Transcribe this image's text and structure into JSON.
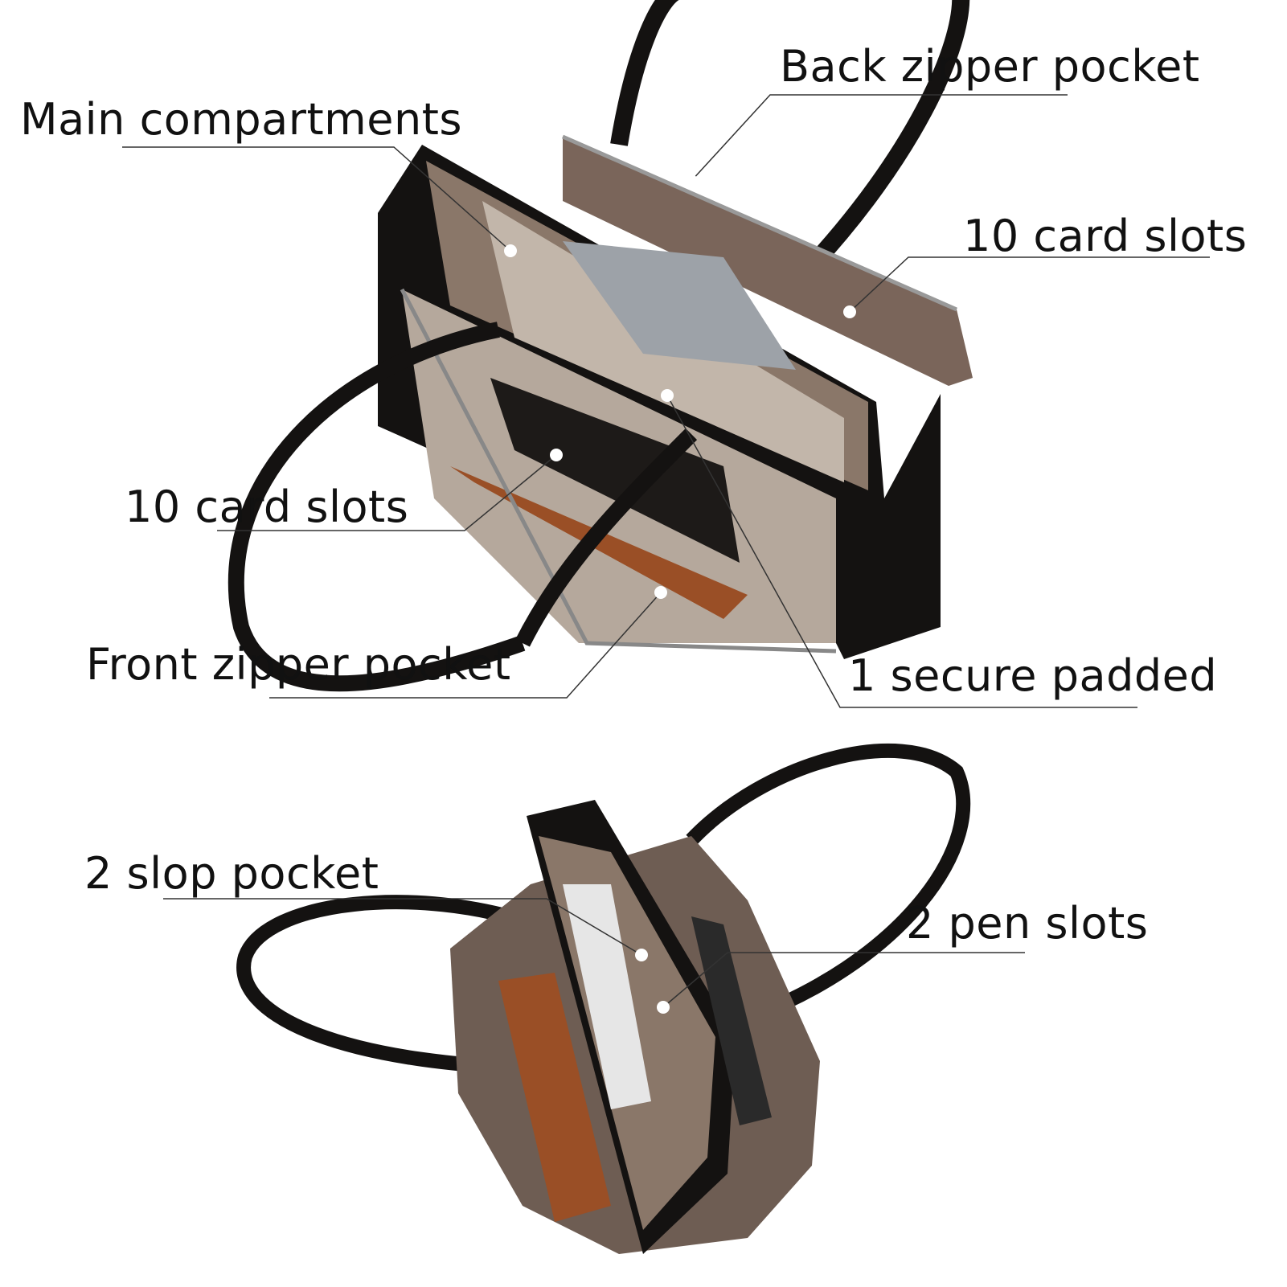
{
  "callouts": {
    "back_zipper_pocket": "Back zipper pocket",
    "main_compartments": "Main compartments",
    "card_slots_right": "10 card slots",
    "card_slots_left": "10 card slots",
    "front_zipper_pocket": "Front zipper pocket",
    "secure_padded": "1 secure padded",
    "slop_pocket": "2 slop pocket",
    "pen_slots": "2 pen slots"
  },
  "colors": {
    "leather": "#141211",
    "lining": "#8a7769",
    "lining_light": "#b9aca0",
    "notebook": "#9a4f26",
    "leader": "#333333"
  }
}
